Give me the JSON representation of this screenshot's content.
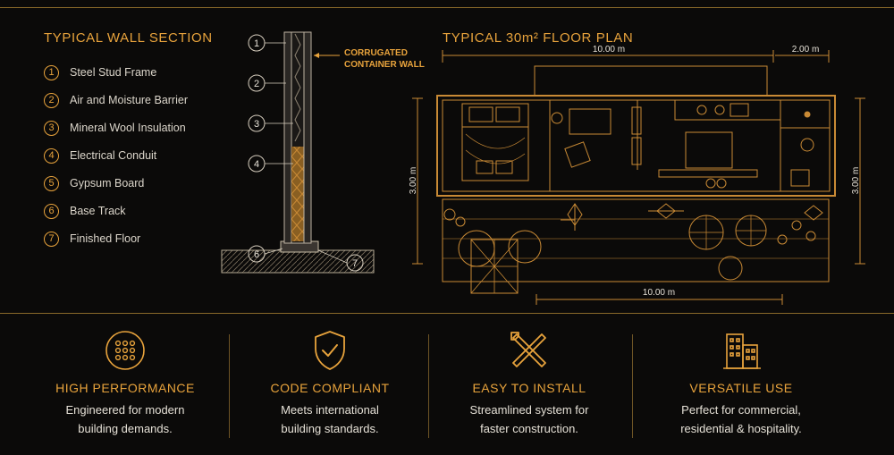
{
  "wall_section": {
    "title": "TYPICAL WALL SECTION",
    "callout": [
      "CORRUGATED",
      "CONTAINER WALL"
    ],
    "legend": [
      {
        "num": "1",
        "label": "Steel Stud Frame"
      },
      {
        "num": "2",
        "label": "Air and Moisture Barrier"
      },
      {
        "num": "3",
        "label": "Mineral Wool Insulation"
      },
      {
        "num": "4",
        "label": "Electrical Conduit"
      },
      {
        "num": "5",
        "label": "Gypsum Board"
      },
      {
        "num": "6",
        "label": "Base Track"
      },
      {
        "num": "7",
        "label": "Finished Floor"
      }
    ],
    "markers": [
      "1",
      "2",
      "3",
      "4",
      "6",
      "7"
    ]
  },
  "floor_plan": {
    "title": "TYPICAL 30m² FLOOR PLAN",
    "dim_top_left": "10.00 m",
    "dim_top_right": "2.00 m",
    "dim_bottom": "10.00 m",
    "dim_left": "3.00 m",
    "dim_right": "3.00 m"
  },
  "features": [
    {
      "icon": "grid-dots-icon",
      "title": "HIGH PERFORMANCE",
      "desc_lines": [
        "Engineered for modern",
        "building demands."
      ]
    },
    {
      "icon": "shield-check-icon",
      "title": "CODE COMPLIANT",
      "desc_lines": [
        "Meets international",
        "building standards."
      ]
    },
    {
      "icon": "crossed-tools-icon",
      "title": "EASY TO INSTALL",
      "desc_lines": [
        "Streamlined system for",
        "faster construction."
      ]
    },
    {
      "icon": "buildings-icon",
      "title": "VERSATILE USE",
      "desc_lines": [
        "Perfect for commercial,",
        "residential & hospitality."
      ]
    }
  ],
  "colors": {
    "accent": "#e8a33c",
    "background": "#0b0a09",
    "text": "#e6e1d7"
  }
}
